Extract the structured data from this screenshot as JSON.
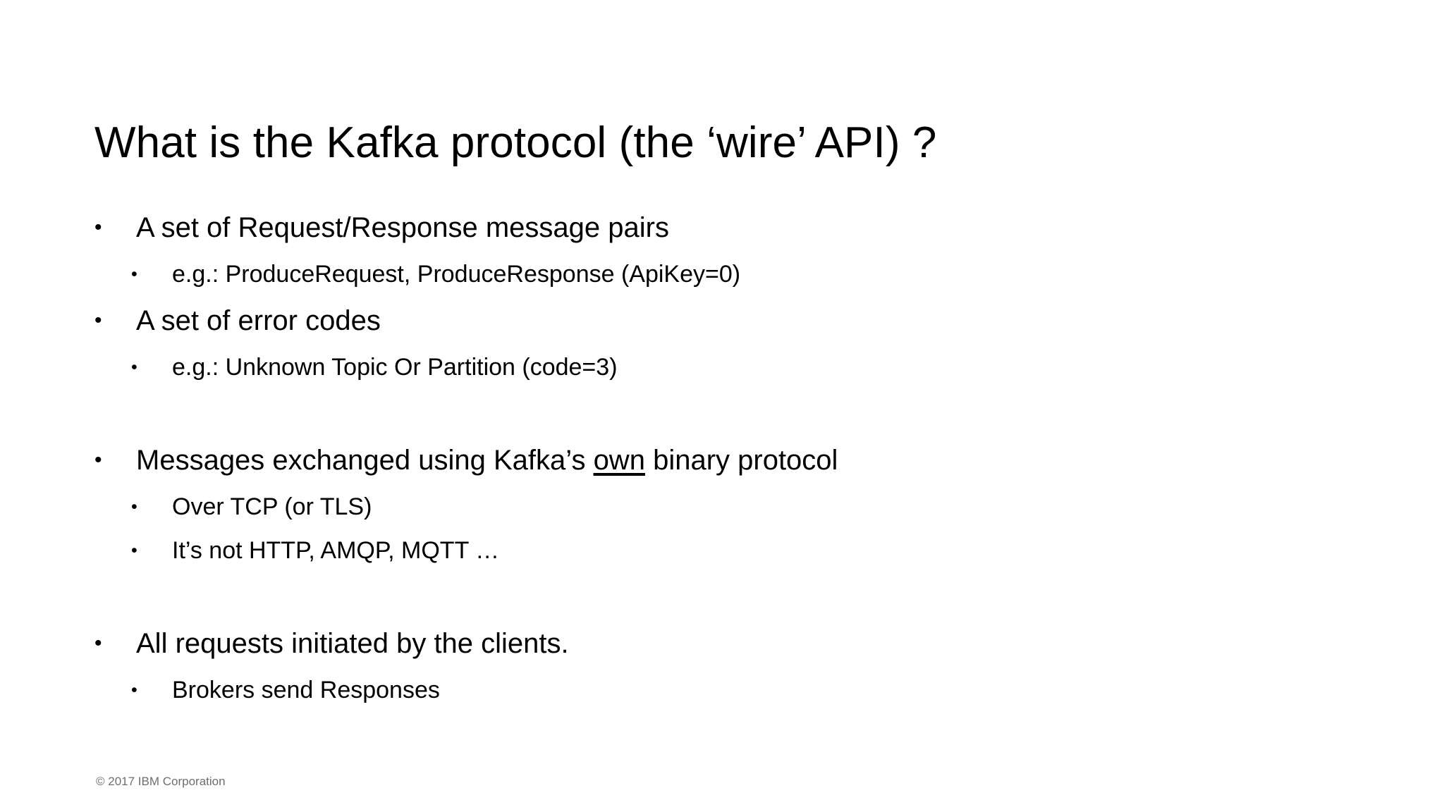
{
  "slide": {
    "title": "What is the Kafka protocol (the ‘wire’ API) ?",
    "bullet_glyph": "•",
    "blocks": [
      {
        "level": 1,
        "text": "A set of Request/Response message pairs"
      },
      {
        "level": 2,
        "text": "e.g.: ProduceRequest, ProduceResponse (ApiKey=0)"
      },
      {
        "level": 1,
        "text": "A set of error codes"
      },
      {
        "level": 2,
        "text": "e.g.: Unknown Topic Or Partition (code=3)"
      },
      {
        "level": 1,
        "text_before_underline": "Messages exchanged using Kafka’s ",
        "underlined": "own",
        "text_after_underline": " binary protocol"
      },
      {
        "level": 2,
        "text": "Over TCP (or TLS)"
      },
      {
        "level": 2,
        "text": "It’s not HTTP, AMQP, MQTT …"
      },
      {
        "level": 1,
        "text": "All requests initiated by the clients."
      },
      {
        "level": 2,
        "text": "Brokers send Responses"
      }
    ]
  },
  "footer": {
    "copyright": "© 2017 IBM Corporation"
  },
  "colors": {
    "background": "#ffffff",
    "text": "#000000",
    "footer_text": "#6e6e6e"
  }
}
